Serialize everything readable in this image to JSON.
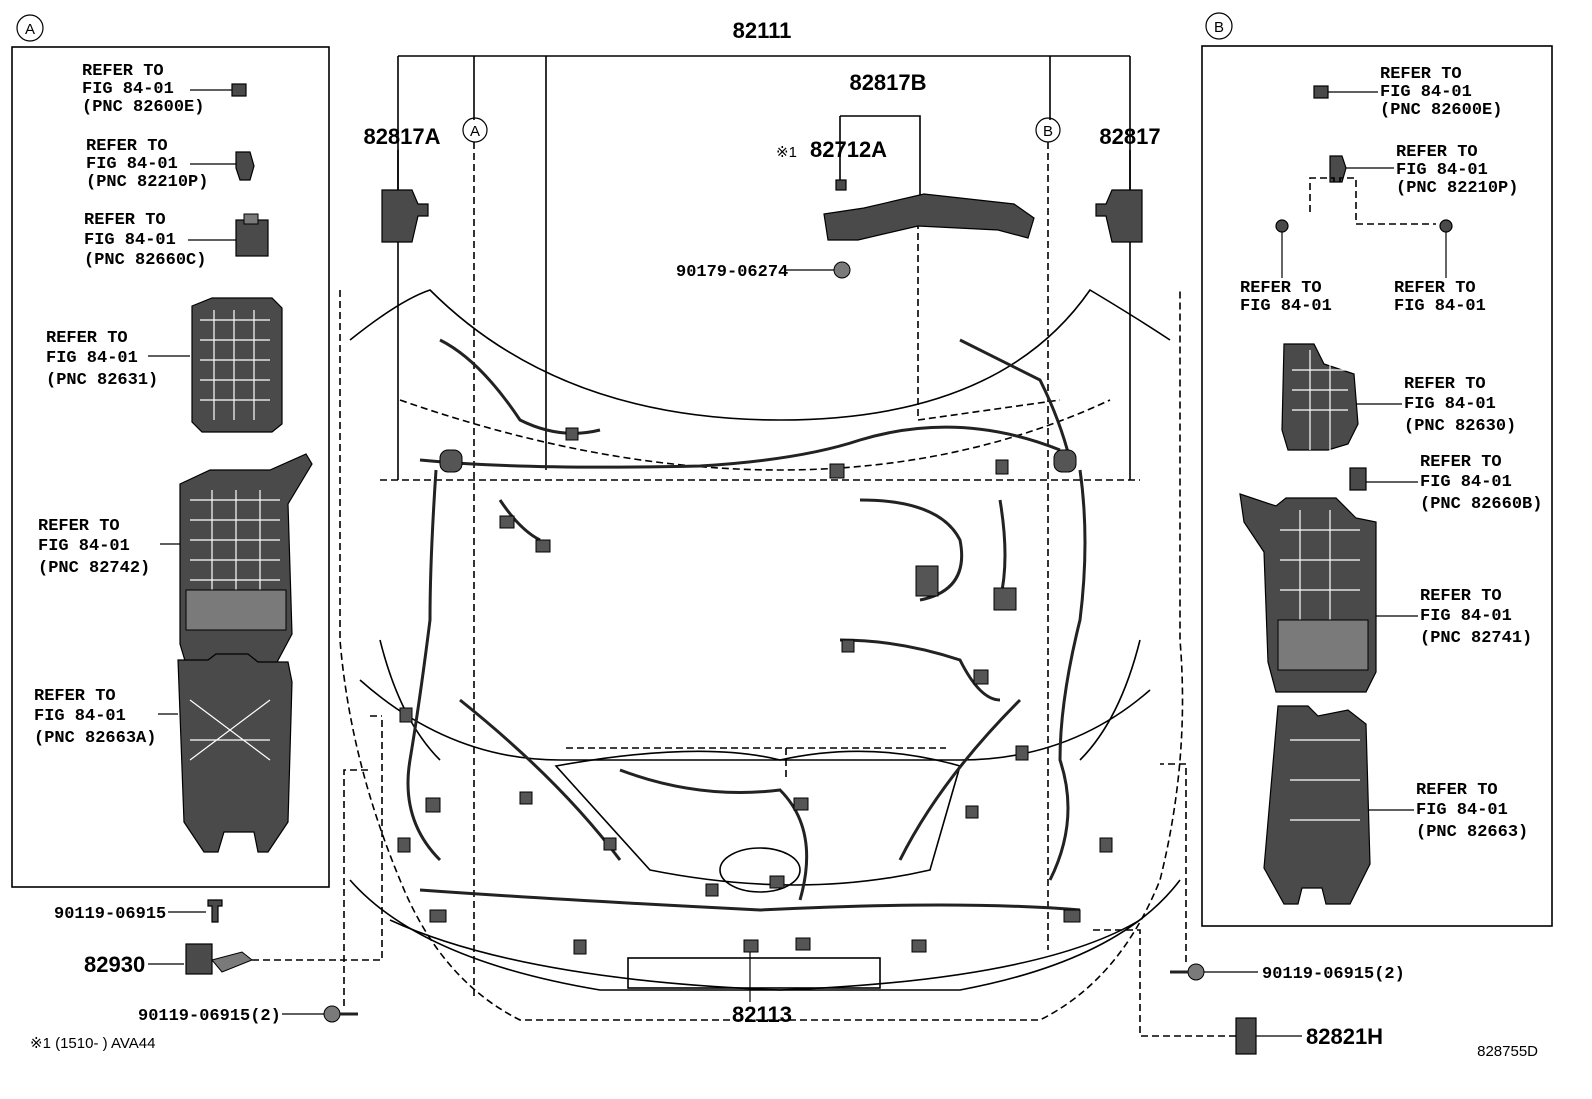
{
  "callouts": {
    "circle_a": "A",
    "circle_b": "B",
    "p82111": "82111",
    "p82817b": "82817B",
    "p82817a": "82817A",
    "p82817": "82817",
    "note_mark": "※1",
    "p82712a": "82712A",
    "p90179": "90179-06274",
    "p82113": "82113",
    "p82930": "82930",
    "p90119_a": "90119-06915",
    "p90119_b": "90119-06915(2)",
    "p90119_c": "90119-06915(2)",
    "p82821h": "82821H",
    "footnote": "※1 (1510-      ) AVA44",
    "fig_id": "828755D"
  },
  "panel_a": {
    "title": "A",
    "refs": [
      {
        "l1": "REFER TO",
        "l2": "FIG 84-01",
        "l3": "(PNC 82600E)"
      },
      {
        "l1": "REFER TO",
        "l2": "FIG 84-01",
        "l3": "(PNC 82210P)"
      },
      {
        "l1": "REFER TO",
        "l2": "FIG 84-01",
        "l3": "(PNC 82660C)"
      },
      {
        "l1": "REFER TO",
        "l2": "FIG 84-01",
        "l3": "(PNC 82631)"
      },
      {
        "l1": "REFER TO",
        "l2": "FIG 84-01",
        "l3": "(PNC 82742)"
      },
      {
        "l1": "REFER TO",
        "l2": "FIG 84-01",
        "l3": "(PNC 82663A)"
      }
    ]
  },
  "panel_b": {
    "title": "B",
    "refs": [
      {
        "l1": "REFER TO",
        "l2": "FIG 84-01",
        "l3": "(PNC 82600E)"
      },
      {
        "l1": "REFER TO",
        "l2": "FIG 84-01",
        "l3": "(PNC 82210P)"
      },
      {
        "l1": "REFER TO",
        "l2": "FIG 84-01",
        "l3": ""
      },
      {
        "l1": "REFER TO",
        "l2": "FIG 84-01",
        "l3": ""
      },
      {
        "l1": "REFER TO",
        "l2": "FIG 84-01",
        "l3": "(PNC 82630)"
      },
      {
        "l1": "REFER TO",
        "l2": "FIG 84-01",
        "l3": "(PNC 82660B)"
      },
      {
        "l1": "REFER TO",
        "l2": "FIG 84-01",
        "l3": "(PNC 82741)"
      },
      {
        "l1": "REFER TO",
        "l2": "FIG 84-01",
        "l3": "(PNC 82663)"
      }
    ]
  }
}
